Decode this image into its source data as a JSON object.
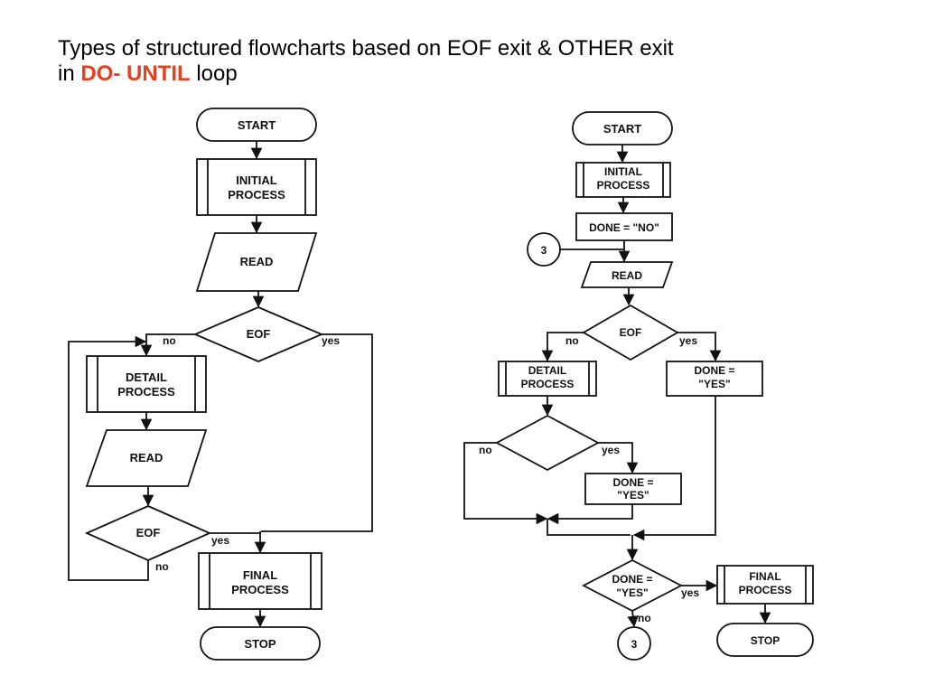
{
  "title": {
    "line1": "Types of structured flowcharts based on EOF exit & OTHER exit",
    "line2_prefix": "in ",
    "line2_highlight": "DO- UNTIL",
    "line2_suffix": " loop",
    "highlight_color": "#e8401c"
  },
  "left_flowchart": {
    "start": "START",
    "initial_process": [
      "INITIAL",
      "PROCESS"
    ],
    "read1": "READ",
    "eof1": "EOF",
    "eof1_no": "no",
    "eof1_yes": "yes",
    "detail_process": [
      "DETAIL",
      "PROCESS"
    ],
    "read2": "READ",
    "eof2": "EOF",
    "eof2_yes": "yes",
    "eof2_no": "no",
    "final_process": [
      "FINAL",
      "PROCESS"
    ],
    "stop": "STOP"
  },
  "right_flowchart": {
    "start": "START",
    "initial_process": [
      "INITIAL",
      "PROCESS"
    ],
    "done_no": "DONE = \"NO\"",
    "connector_in": "3",
    "read": "READ",
    "eof": "EOF",
    "eof_no": "no",
    "eof_yes": "yes",
    "detail_process": [
      "DETAIL",
      "PROCESS"
    ],
    "done_yes_a": [
      "DONE =",
      "\"YES\""
    ],
    "decision_no": "no",
    "decision_yes": "yes",
    "done_yes_b": [
      "DONE =",
      "\"YES\""
    ],
    "done_check": [
      "DONE =",
      "\"YES\""
    ],
    "done_check_yes": "yes",
    "done_check_no": "no",
    "final_process": [
      "FINAL",
      "PROCESS"
    ],
    "connector_out": "3",
    "stop": "STOP"
  }
}
